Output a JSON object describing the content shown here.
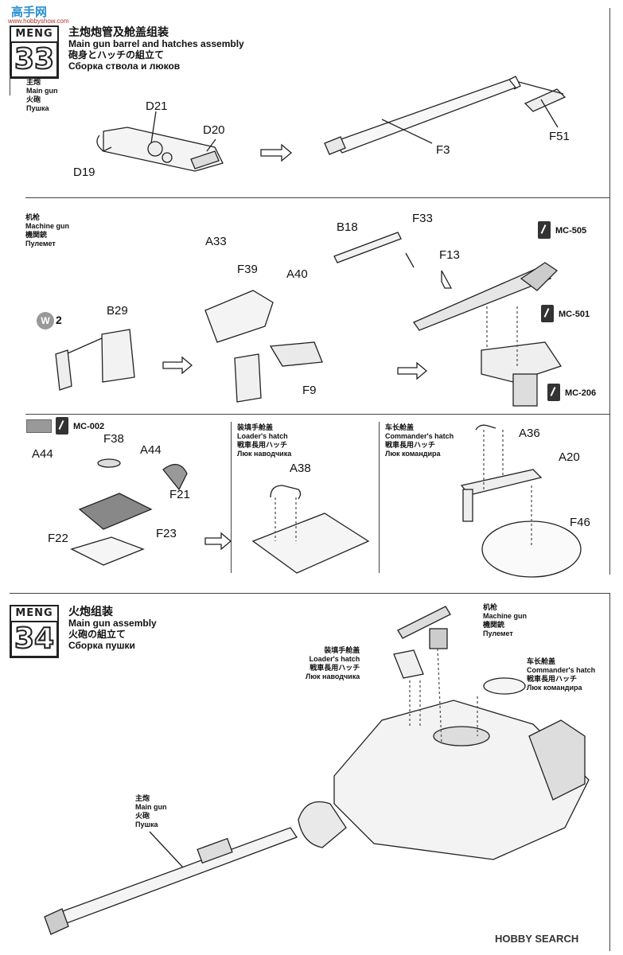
{
  "watermark": {
    "top": "高手网",
    "url": "www.hobbyshow.com"
  },
  "step33": {
    "brand": "MENG",
    "number": "33",
    "title_cn": "主炮炮管及舱盖组装",
    "title_en": "Main gun barrel and hatches assembly",
    "title_jp": "砲身とハッチの組立て",
    "title_ru": "Сборка ствола и люков"
  },
  "main_gun_section": {
    "cn": "主炮",
    "en": "Main gun",
    "jp": "火砲",
    "ru": "Пушка",
    "parts": [
      "D21",
      "D20",
      "D19",
      "F3",
      "F51"
    ]
  },
  "machine_gun_section": {
    "cn": "机枪",
    "en": "Machine gun",
    "jp": "機関銃",
    "ru": "Пулемет",
    "parts": [
      "A33",
      "F39",
      "A40",
      "B29",
      "F9",
      "B18",
      "F33",
      "F13"
    ],
    "badge_w": "2",
    "paints": [
      "MC-505",
      "MC-501",
      "MC-206"
    ]
  },
  "hatch_section": {
    "paint": "MC-002",
    "parts": [
      "F38",
      "A44",
      "A44",
      "F21",
      "F23",
      "F22"
    ]
  },
  "loader_hatch": {
    "cn": "装填手舱盖",
    "en": "Loader's hatch",
    "jp": "戦車長用ハッチ",
    "ru": "Люк наводчика",
    "parts": [
      "A38"
    ]
  },
  "commander_hatch": {
    "cn": "车长舱盖",
    "en": "Commander's hatch",
    "jp": "戦車長用ハッチ",
    "ru": "Люк командира",
    "parts": [
      "A36",
      "A20",
      "F46"
    ]
  },
  "step34": {
    "brand": "MENG",
    "number": "34",
    "title_cn": "火炮组装",
    "title_en": "Main gun assembly",
    "title_jp": "火砲の組立て",
    "title_ru": "Сборка пушки"
  },
  "step34_labels": {
    "mg": {
      "cn": "机枪",
      "en": "Machine gun",
      "jp": "機関銃",
      "ru": "Пулемет"
    },
    "loader": {
      "cn": "装填手舱盖",
      "en": "Loader's hatch",
      "jp": "戦車長用ハッチ",
      "ru": "Люк наводчика"
    },
    "commander": {
      "cn": "车长舱盖",
      "en": "Commander's hatch",
      "jp": "戦車長用ハッチ",
      "ru": "Люк командира"
    },
    "gun": {
      "cn": "主炮",
      "en": "Main gun",
      "jp": "火砲",
      "ru": "Пушка"
    }
  },
  "footer": {
    "logo": "HOBBY SEARCH"
  }
}
